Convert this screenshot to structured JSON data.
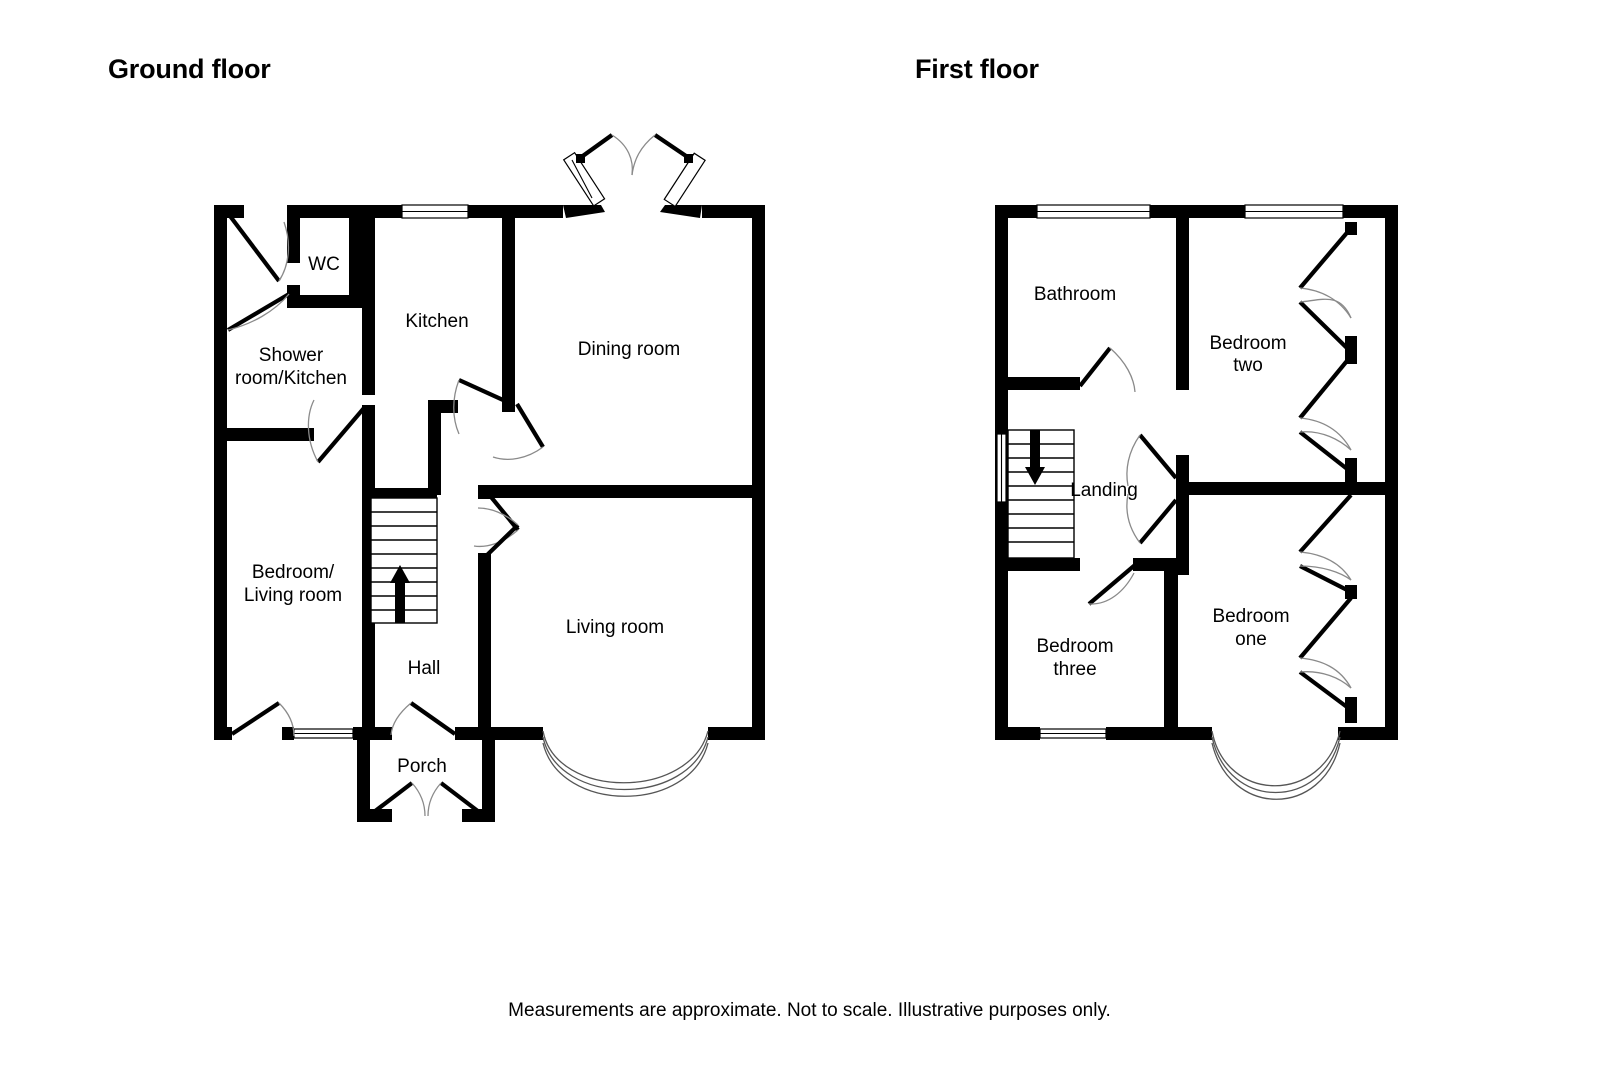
{
  "document": {
    "type": "floor-plan",
    "background_color": "#ffffff",
    "line_color": "#000000"
  },
  "floors": [
    {
      "id": "ground",
      "title": "Ground floor",
      "rooms": [
        {
          "key": "wc",
          "label": "WC"
        },
        {
          "key": "shower_room_kitchen",
          "label": "Shower\nroom/Kitchen",
          "line1": "Shower",
          "line2": "room/Kitchen"
        },
        {
          "key": "kitchen",
          "label": "Kitchen"
        },
        {
          "key": "dining_room",
          "label": "Dining room"
        },
        {
          "key": "bedroom_living_room",
          "label": "Bedroom/\nLiving room",
          "line1": "Bedroom/",
          "line2": "Living room"
        },
        {
          "key": "hall",
          "label": "Hall"
        },
        {
          "key": "living_room",
          "label": "Living room"
        },
        {
          "key": "porch",
          "label": "Porch"
        }
      ],
      "features": {
        "staircase": {
          "direction": "up",
          "arrow": "up-arrow",
          "treads": 9
        },
        "bay_window": {
          "location": "living-room-front",
          "shape": "curved"
        },
        "french_doors": {
          "location": "dining-room-rear",
          "shape": "angled-splay"
        },
        "windows": 3
      }
    },
    {
      "id": "first",
      "title": "First floor",
      "rooms": [
        {
          "key": "bathroom",
          "label": "Bathroom"
        },
        {
          "key": "bedroom_two",
          "label": "Bedroom\ntwo",
          "line1": "Bedroom",
          "line2": "two"
        },
        {
          "key": "landing",
          "label": "Landing"
        },
        {
          "key": "bedroom_three",
          "label": "Bedroom\nthree",
          "line1": "Bedroom",
          "line2": "three"
        },
        {
          "key": "bedroom_one",
          "label": "Bedroom\none",
          "line1": "Bedroom",
          "line2": "one"
        }
      ],
      "features": {
        "staircase": {
          "direction": "down",
          "arrow": "down-arrow",
          "treads": 9
        },
        "bay_window": {
          "location": "bedroom-one-front",
          "shape": "curved"
        },
        "windows": 4
      }
    }
  ],
  "footer": {
    "note": "Measurements are approximate. Not to scale. Illustrative purposes only."
  }
}
